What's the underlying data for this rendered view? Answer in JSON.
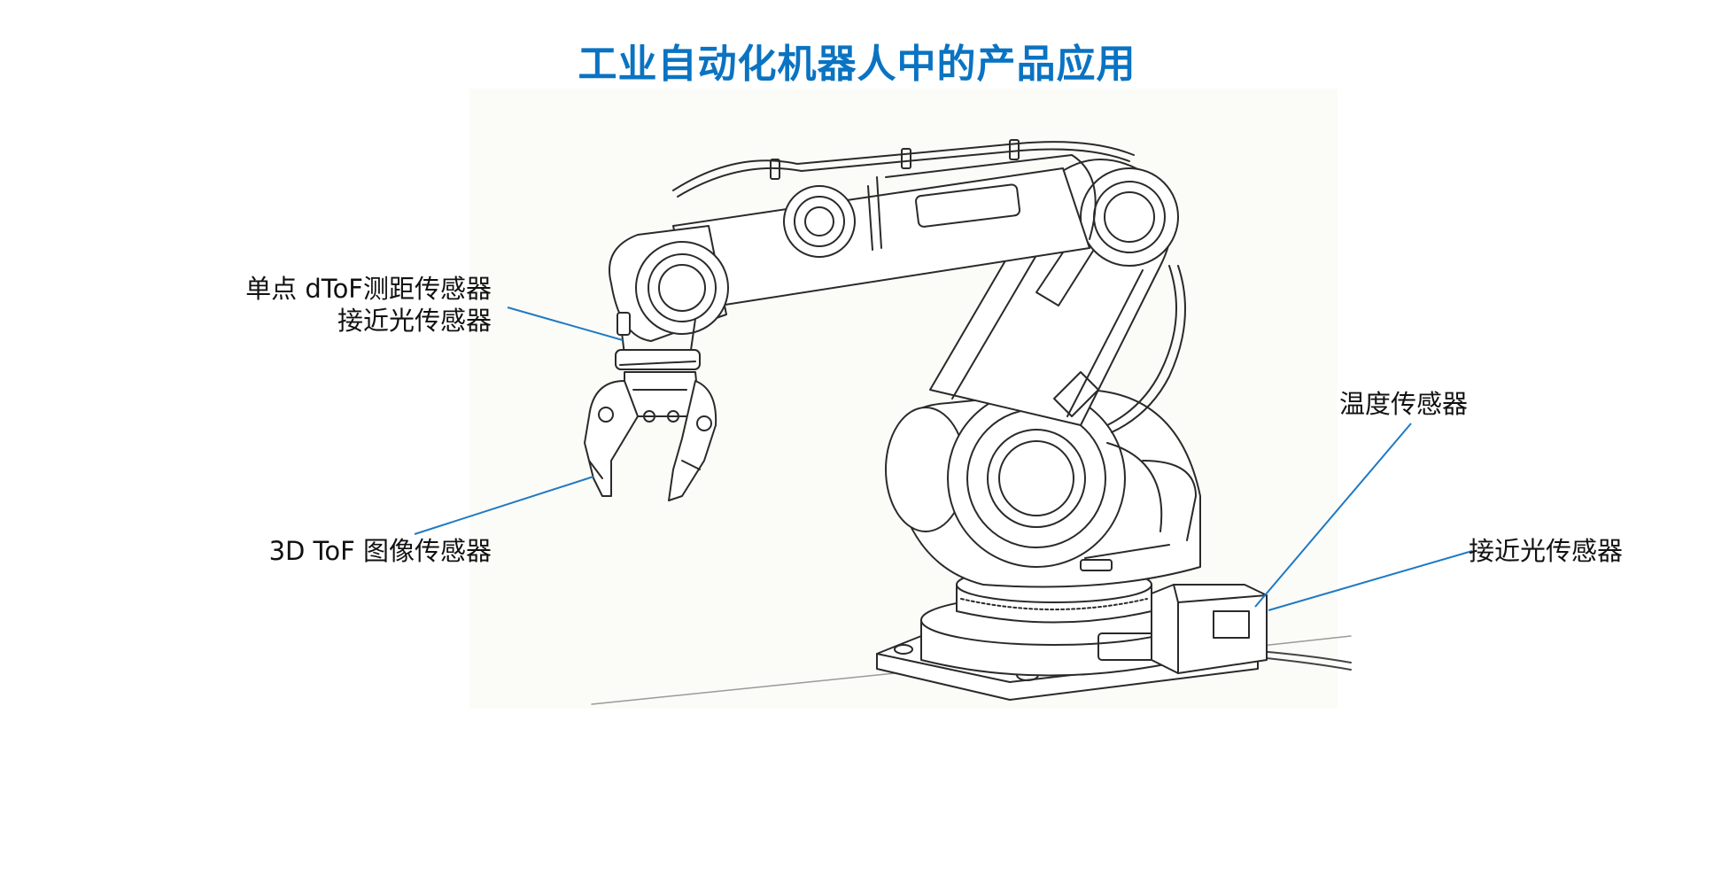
{
  "title": "工业自动化机器人中的产品应用",
  "colors": {
    "title": "#0a73c2",
    "leader_line": "#1f7ac4",
    "sketch": "#2a2a2a"
  },
  "callouts": {
    "gripper_sensor": {
      "line1": "单点 dToF测距传感器",
      "line2": "接近光传感器"
    },
    "image_sensor": {
      "text": "3D ToF 图像传感器"
    },
    "temperature_sensor": {
      "text": "温度传感器"
    },
    "proximity_sensor": {
      "text": "接近光传感器"
    }
  },
  "illustration": {
    "subject": "industrial-robot-arm-line-drawing"
  }
}
